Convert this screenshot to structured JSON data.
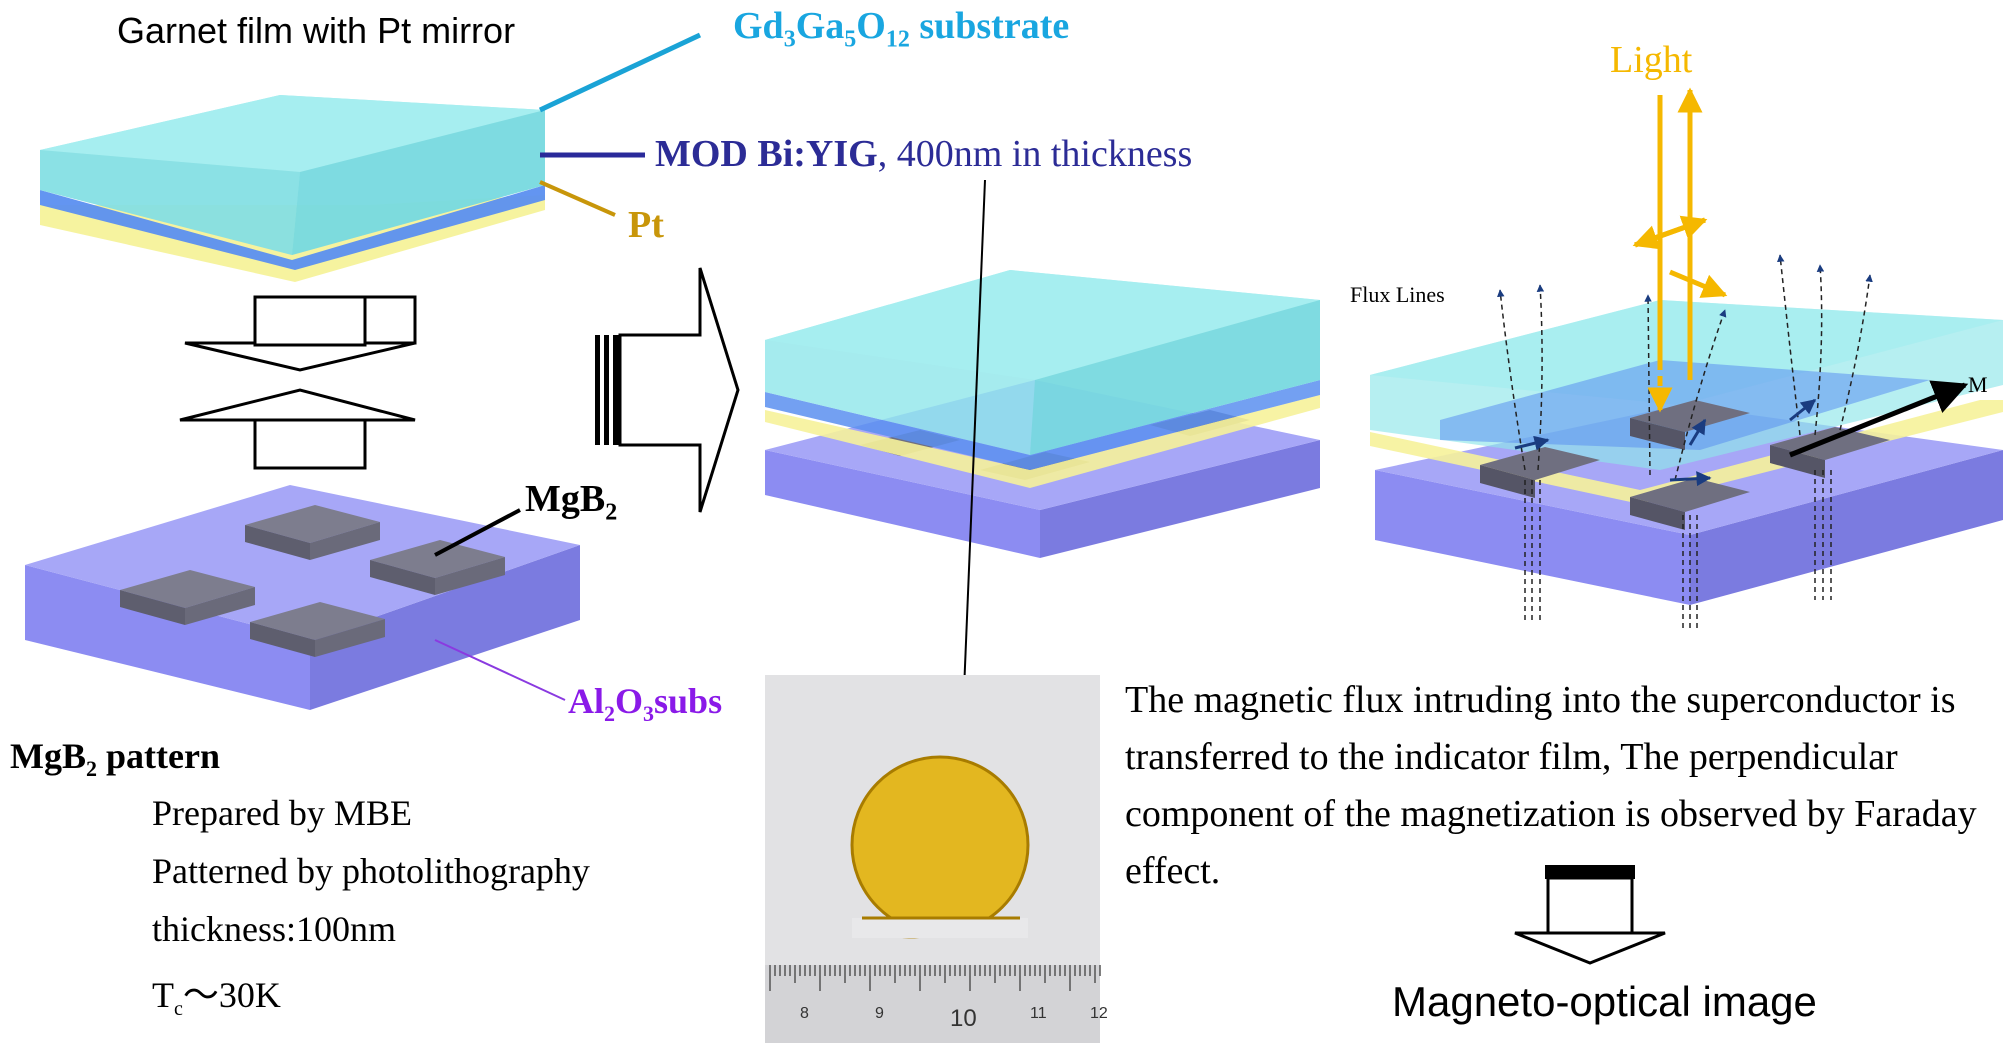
{
  "labels": {
    "garnet_film": "Garnet film with Pt mirror",
    "gggsub": {
      "p1": "Gd",
      "s1": "3",
      "p2": "Ga",
      "s2": "5",
      "p3": "O",
      "s3": "12",
      "p4": " substrate"
    },
    "bi_yig": {
      "bold": "MOD Bi:YIG",
      "rest": ", 400nm in thickness"
    },
    "pt": "Pt",
    "mgb2": {
      "main": "MgB",
      "sub": "2"
    },
    "al2o3": {
      "p1": "Al",
      "s1": "2",
      "p2": "O",
      "s2": "3",
      "p3": "subs"
    },
    "light": "Light",
    "flux_lines": "Flux Lines",
    "m_axis": "M",
    "ruler_ticks": [
      "8",
      "9",
      "10",
      "11",
      "12"
    ]
  },
  "pattern": {
    "title_main": "MgB",
    "title_sub": "2",
    "title_rest": " pattern",
    "lines": [
      "Prepared by MBE",
      "Patterned by photolithography",
      "thickness:100nm"
    ],
    "tc": {
      "t": "T",
      "sub": "c",
      "rest": "〜30K"
    }
  },
  "description": "The magnetic flux intruding into the superconductor is transferred to the indicator film, The perpendicular component of the magnetization is observed by Faraday effect.",
  "result_label": "Magneto-optical image",
  "colors": {
    "garnet": "#8fe6ea",
    "garnet_edge": "#5cc8d0",
    "yig": "#5b8ff0",
    "pt": "#f6f29a",
    "sapphire": "#8c8cf2",
    "mgb2": "#6f6f80",
    "light": "#f5b800",
    "leader_ggg": "#1aa3d6",
    "leader_yig": "#2a2a9a",
    "leader_pt": "#c8960a",
    "leader_al": "#8a3ae0",
    "text_ggg": "#19a6e0",
    "text_yig": "#2c2c96",
    "text_pt": "#c8960a",
    "text_al": "#8a1ae8"
  }
}
